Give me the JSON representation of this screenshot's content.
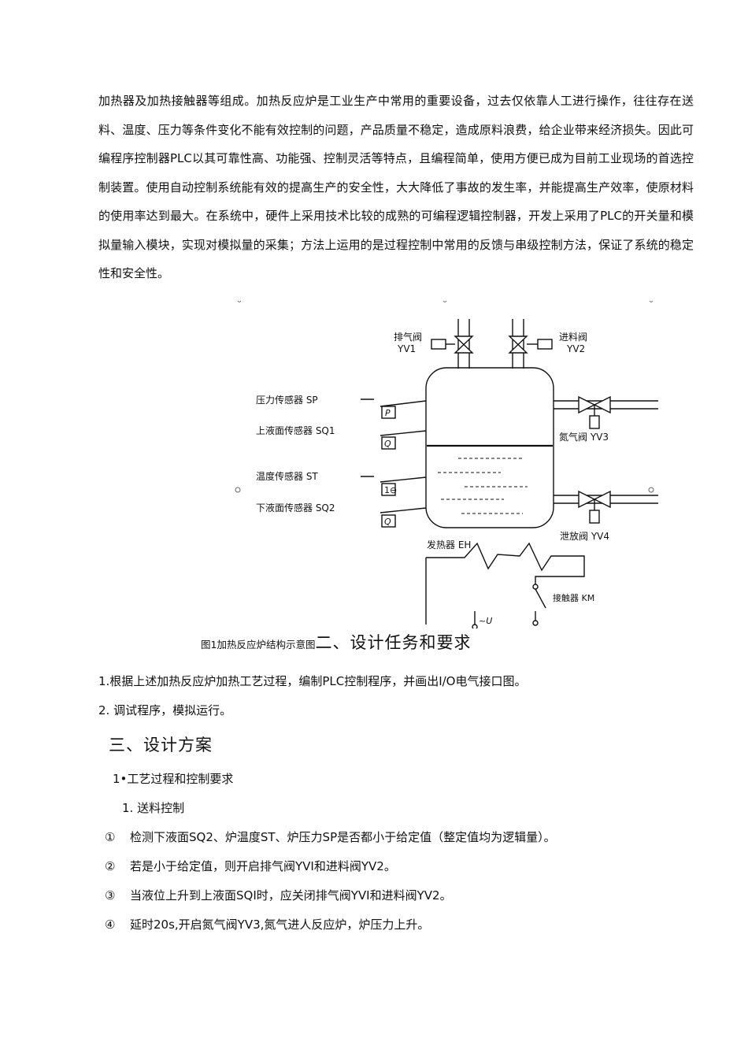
{
  "intro_paragraph": "加热器及加热接触器等组成。加热反应炉是工业生产中常用的重要设备，过去仅依靠人工进行操作，往往存在送料、温度、压力等条件变化不能有效控制的问题，产品质量不稳定，造成原料浪费，给企业带来经济损失。因此可编程序控制器PLC以其可靠性高、功能强、控制灵活等特点，且编程简单，使用方便已成为目前工业现场的首选控制装置。使用自动控制系统能有效的提高生产的安全性，大大降低了事故的发生率，并能提高生产效率，使原材料的使用率达到最大。在系统中，硬件上采用技术比较的成熟的可编程逻辑控制器，开发上采用了PLC的开关量和模拟量输入模块，实现对模拟量的采集；方法上运用的是过程控制中常用的反馈与串级控制方法，保证了系统的稳定性和安全性。",
  "figure": {
    "labels": {
      "exhaust_valve": "排气阀",
      "exhaust_valve_code": "YV1",
      "feed_valve": "进料阀",
      "feed_valve_code": "YV2",
      "pressure_sensor": "压力传感器 SP",
      "upper_level_sensor": "上液面传感器 SQ1",
      "temperature_sensor": "温度传感器 ST",
      "lower_level_sensor": "下液面传感器 SQ2",
      "nitrogen_valve": "氮气阀 YV3",
      "discharge_valve": "泄放阀 YV4",
      "heater": "发热器 EH",
      "contactor": "接触器 KM",
      "supply": "~U",
      "gauge_p": "P",
      "gauge_q": "Q"
    },
    "caption": "图1加热反应炉结构示意图"
  },
  "section2": {
    "heading": "二、设计任务和要求",
    "items": [
      "1.根据上述加热反应炉加热工艺过程，编制PLC控制程序，并画出I/O电气接口图。",
      "2. 调试程序，模拟运行。"
    ]
  },
  "section3": {
    "heading": "三、设计方案",
    "sub1": "1•工艺过程和控制要求",
    "sub2": "1. 送料控制",
    "steps": [
      {
        "num": "①",
        "text": "检测下液面SQ2、炉温度ST、炉压力SP是否都小于给定值（整定值均为逻辑量）。"
      },
      {
        "num": "②",
        "text": "若是小于给定值，则开启排气阀YVI和进料阀YV2。"
      },
      {
        "num": "③",
        "text": "当液位上升到上液面SQI时，应关闭排气阀YVI和进料阀YV2。"
      },
      {
        "num": "④",
        "text": "延时20s,开启氮气阀YV3,氮气进人反应炉，炉压力上升。"
      }
    ]
  }
}
